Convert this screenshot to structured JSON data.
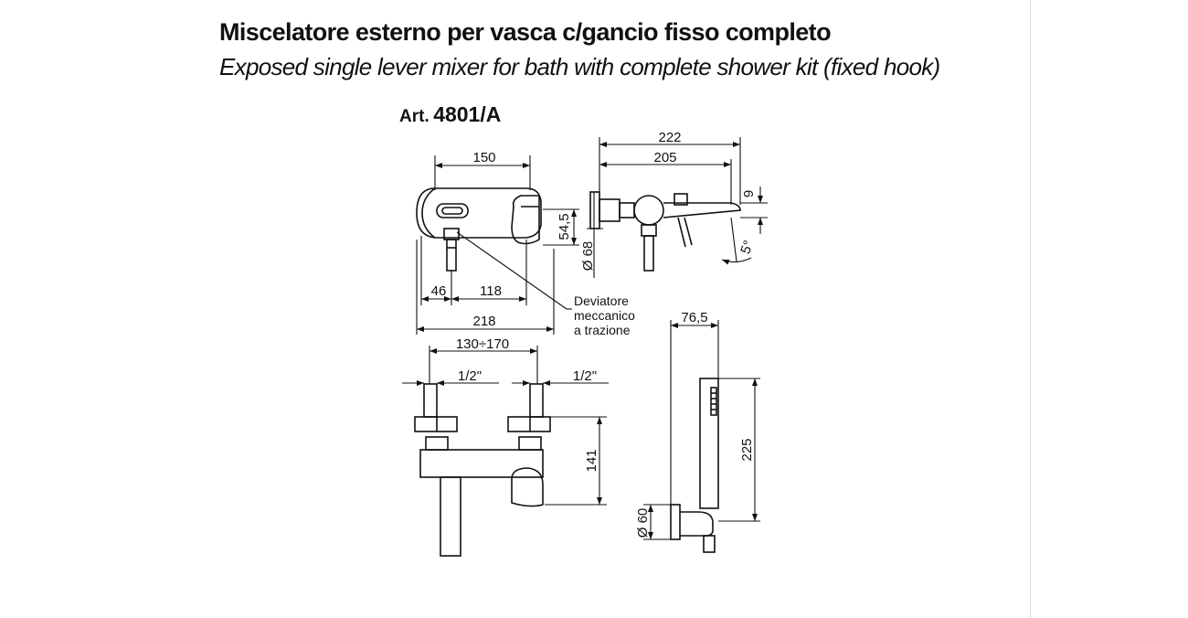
{
  "header": {
    "title_it": "Miscelatore esterno per vasca c/gancio fisso completo",
    "title_en": "Exposed single lever mixer for bath with complete shower kit (fixed hook)",
    "article_prefix": "Art.",
    "article_number": "4801/A"
  },
  "dimensions": {
    "front_width_top": "150",
    "front_height": "54,5",
    "front_diameter": "Ø 68",
    "front_offset_left": "46",
    "front_offset_right": "118",
    "front_total_width": "218",
    "side_total_depth": "222",
    "side_depth": "205",
    "side_lever_height": "9",
    "side_angle": "5°",
    "bottom_center_range": "130÷170",
    "bottom_thread_left": "1/2\"",
    "bottom_thread_right": "1/2\"",
    "bottom_height": "141",
    "shower_width": "76,5",
    "shower_length": "225",
    "shower_diameter": "Ø 60"
  },
  "annotation": {
    "line1": "Deviatore",
    "line2": "meccanico",
    "line3": "a trazione"
  }
}
